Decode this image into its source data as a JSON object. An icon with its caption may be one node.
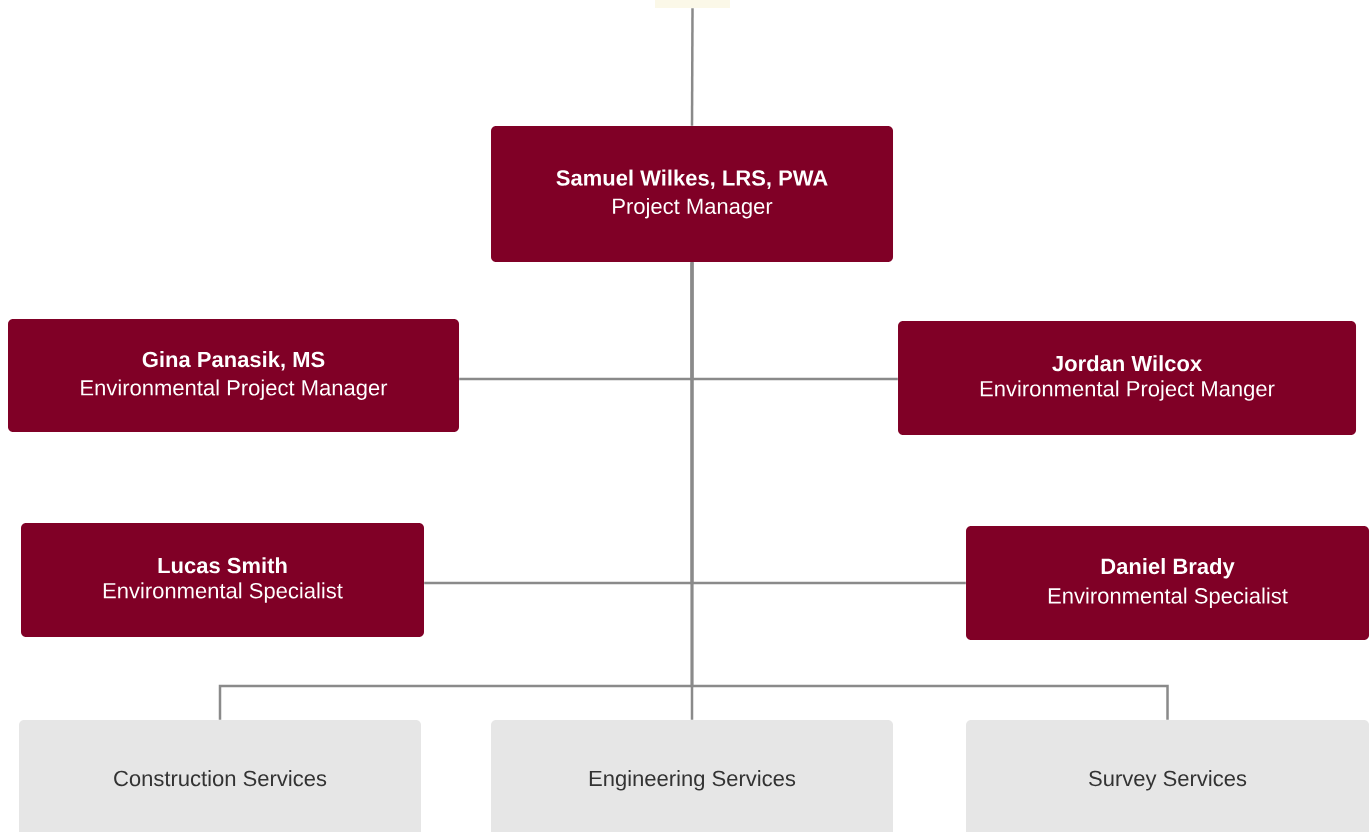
{
  "diagram": {
    "nodes": [
      {
        "text": [],
        "shape": "box"
      },
      {
        "text": [
          "Samuel Wilkes, LRS, PWA",
          "Project Manager"
        ]
      },
      {
        "text": [
          "Gina Panasik, MS",
          "Environmental Project Manager"
        ]
      },
      {
        "text": [
          "Jordan Wilcox",
          "Environmental Project Manger"
        ]
      },
      {
        "text": [
          "Lucas Smith",
          "Environmental Specialist"
        ]
      },
      {
        "text": [
          "Daniel Brady",
          "Environmental Specialist"
        ]
      },
      {
        "text": [
          "Construction Services"
        ]
      },
      {
        "text": [
          "Engineering Services"
        ]
      },
      {
        "text": [
          "Survey Services"
        ]
      }
    ],
    "edges": [
      {
        "from": 0,
        "to": 1,
        "arrow": "none"
      },
      {
        "from": 1,
        "to": 2,
        "arrow": "none"
      },
      {
        "from": 1,
        "to": 3,
        "arrow": "none"
      },
      {
        "from": 1,
        "to": 4,
        "arrow": "none"
      },
      {
        "from": 1,
        "to": 5,
        "arrow": "none"
      },
      {
        "from": 1,
        "to": 6,
        "arrow": "none"
      },
      {
        "from": 1,
        "to": 7,
        "arrow": "none"
      },
      {
        "from": 1,
        "to": 8,
        "arrow": "none"
      }
    ]
  }
}
